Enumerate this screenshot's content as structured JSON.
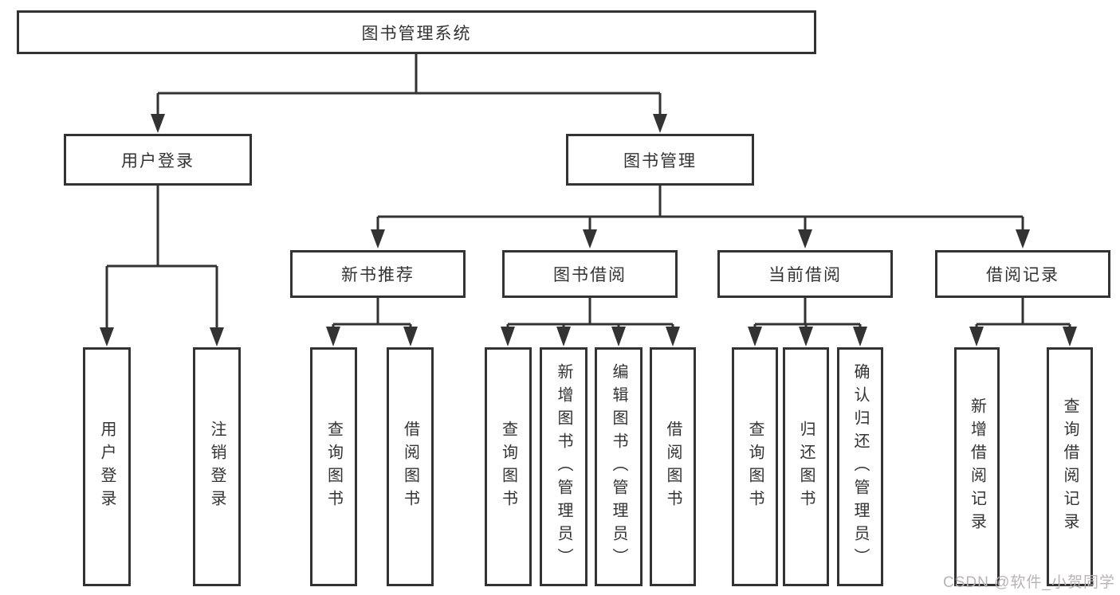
{
  "tree": {
    "root": {
      "label": "图书管理系统",
      "children": [
        {
          "label": "用户登录",
          "children": [
            {
              "label": "用户登录"
            },
            {
              "label": "注销登录"
            }
          ]
        },
        {
          "label": "图书管理",
          "children": [
            {
              "label": "新书推荐",
              "children": [
                {
                  "label": "查询图书"
                },
                {
                  "label": "借阅图书"
                }
              ]
            },
            {
              "label": "图书借阅",
              "children": [
                {
                  "label": "查询图书"
                },
                {
                  "label": "新增图书（管理员）"
                },
                {
                  "label": "编辑图书（管理员）"
                },
                {
                  "label": "借阅图书"
                }
              ]
            },
            {
              "label": "当前借阅",
              "children": [
                {
                  "label": "查询图书"
                },
                {
                  "label": "归还图书"
                },
                {
                  "label": "确认归还（管理员）"
                }
              ]
            },
            {
              "label": "借阅记录",
              "children": [
                {
                  "label": "新增借阅记录"
                },
                {
                  "label": "查询借阅记录"
                }
              ]
            }
          ]
        }
      ]
    }
  },
  "watermark": {
    "text": "CSDN @软件_小贺同学"
  },
  "colors": {
    "line": "#333333",
    "text": "#333333",
    "watermark": "#b9b3b6",
    "background": "#ffffff"
  }
}
